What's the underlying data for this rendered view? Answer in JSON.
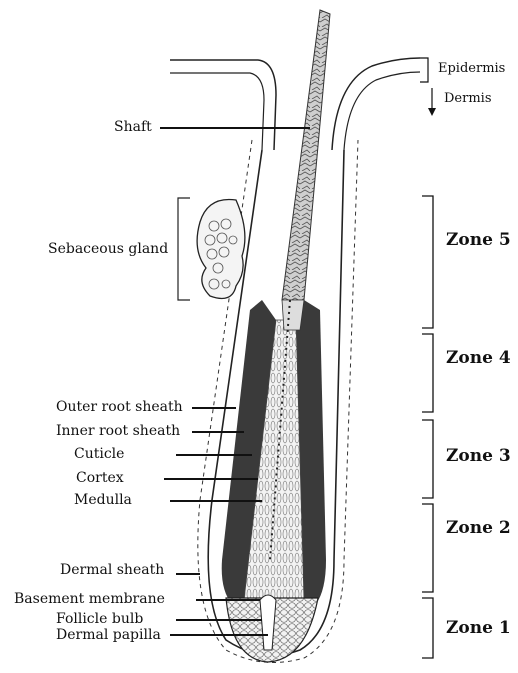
{
  "layers": {
    "epidermis": "Epidermis",
    "dermis": "Dermis"
  },
  "labels": {
    "shaft": "Shaft",
    "sebaceous_gland": "Sebaceous gland",
    "outer_root_sheath": "Outer root sheath",
    "inner_root_sheath": "Inner root sheath",
    "cuticle": "Cuticle",
    "cortex": "Cortex",
    "medulla": "Medulla",
    "dermal_sheath": "Dermal sheath",
    "basement_membrane": "Basement membrane",
    "follicle_bulb": "Follicle bulb",
    "dermal_papilla": "Dermal papilla"
  },
  "zones": [
    "Zone 5",
    "Zone 4",
    "Zone 3",
    "Zone 2",
    "Zone 1"
  ]
}
